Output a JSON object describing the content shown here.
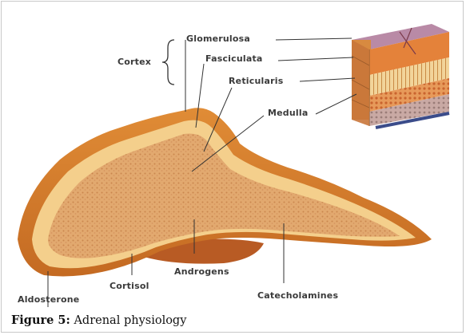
{
  "labels": {
    "cortex": "Cortex",
    "glomerulosa": "Glomerulosa",
    "fasciculata": "Fasciculata",
    "reticularis": "Reticularis",
    "medulla": "Medulla",
    "androgens": "Androgens",
    "cortisol": "Cortisol",
    "aldosterone": "Aldosterone",
    "catecholamines": "Catecholamines"
  },
  "caption": {
    "label": "Figure 5:",
    "text": " Adrenal physiology"
  },
  "colors": {
    "outer_cortex": "#d9822f",
    "cortex_dark": "#b8601e",
    "cortex_light": "#f6d79a",
    "medulla": "#e0a56b",
    "medulla_speckle": "#c7834a"
  }
}
